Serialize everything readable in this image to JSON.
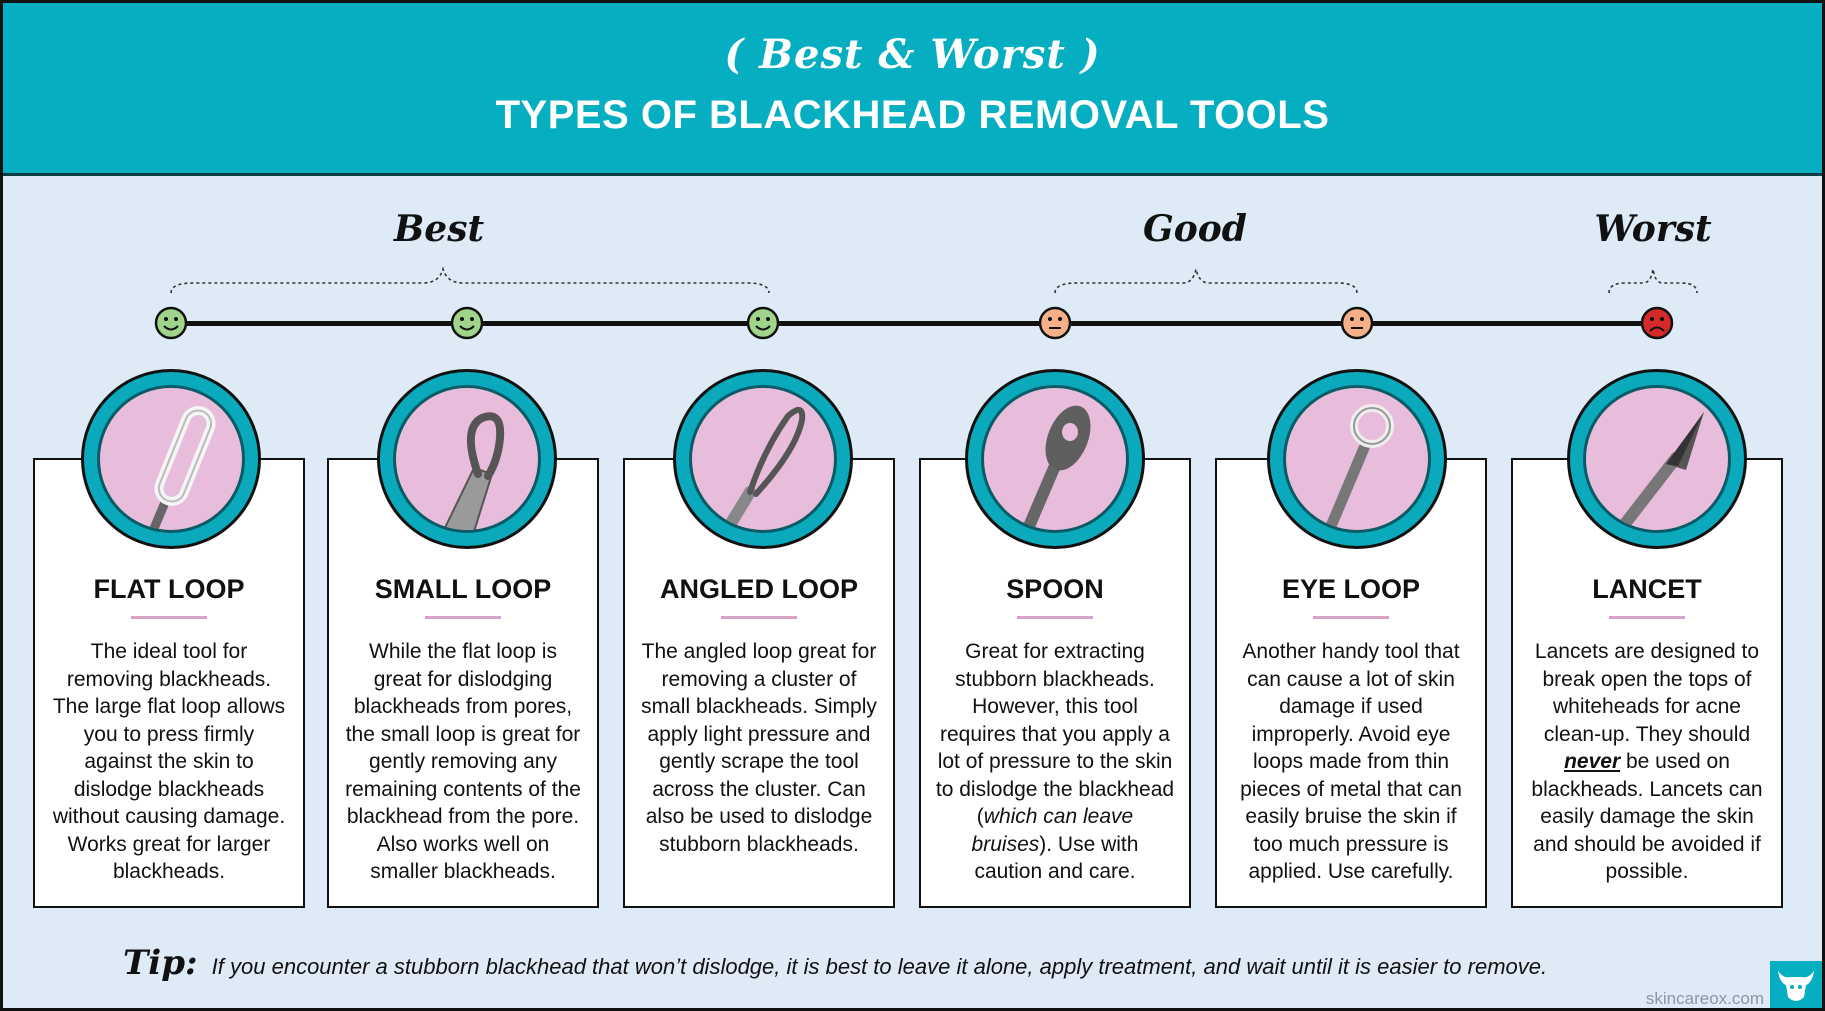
{
  "header": {
    "subtitle": "( Best & Worst )",
    "title": "TYPES OF BLACKHEAD REMOVAL TOOLS"
  },
  "ratings": [
    {
      "label": "Best"
    },
    {
      "label": "Good"
    },
    {
      "label": "Worst"
    }
  ],
  "faces": [
    "happy-face-icon",
    "happy-face-icon",
    "happy-face-icon",
    "neutral-face-icon",
    "neutral-face-icon",
    "sad-face-icon"
  ],
  "colors": {
    "header": "#05aec0",
    "background": "#deeaf6",
    "happy": "#9fd48a",
    "neutral": "#f5b08a",
    "sad": "#d42a2a",
    "circle": "#0aa9bb",
    "circle_fill": "#e8bddb",
    "rule": "#d9a3c8"
  },
  "tools": [
    {
      "name": "FLAT LOOP",
      "icon": "flat-loop-tool-icon",
      "desc": "The ideal tool for removing blackheads. The large flat loop allows you to press firmly against the skin to dislodge blackheads without causing damage. Works great for larger blackheads."
    },
    {
      "name": "SMALL LOOP",
      "icon": "small-loop-tool-icon",
      "desc": "While the flat loop is great for dislodging blackheads from pores, the small loop is great for gently removing any remaining contents of the blackhead from the pore. Also works well on smaller blackheads."
    },
    {
      "name": "ANGLED LOOP",
      "icon": "angled-loop-tool-icon",
      "desc": "The angled loop great for removing a cluster of small blackheads. Simply apply light pressure and gently scrape the tool across the cluster. Can also be used to dislodge stubborn blackheads."
    },
    {
      "name": "SPOON",
      "icon": "spoon-tool-icon",
      "desc_a": "Great for extracting stubborn blackheads. However, this tool requires that you apply a lot of pressure to the skin to dislodge the blackhead (",
      "desc_em": "which can leave bruises",
      "desc_b": "). Use with caution and care."
    },
    {
      "name": "EYE LOOP",
      "icon": "eye-loop-tool-icon",
      "desc": "Another handy tool that can cause a lot of skin damage if used improperly. Avoid eye loops made from thin pieces of metal that can easily bruise the skin if too much pressure is applied. Use carefully."
    },
    {
      "name": "LANCET",
      "icon": "lancet-tool-icon",
      "desc_a": "Lancets are designed to break open the tops of whiteheads for acne clean-up. They should ",
      "desc_em": "never",
      "desc_b": " be used on blackheads. Lancets can easily damage the skin and should be avoided if possible."
    }
  ],
  "tip": {
    "label": "Tip:",
    "text": "If you encounter a stubborn blackhead that won’t dislodge, it is best to leave it alone, apply treatment, and wait until it is easier to remove."
  },
  "footer": {
    "site": "skincareox.com",
    "logo": "bull-logo-icon"
  }
}
